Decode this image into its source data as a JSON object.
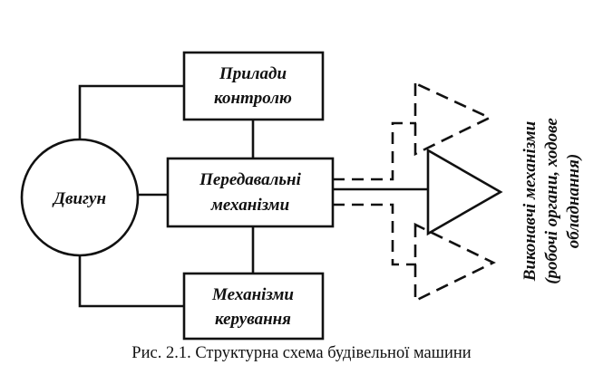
{
  "diagram": {
    "nodes": {
      "engine": {
        "label": "Двигун"
      },
      "control": {
        "lines": [
          "Прилади",
          "контролю"
        ]
      },
      "transmission": {
        "lines": [
          "Передавальні",
          "механізми"
        ]
      },
      "steering": {
        "lines": [
          "Механізми",
          "керування"
        ]
      }
    },
    "executive_label": [
      "Виконавчі механізми",
      "(робочі органи, ходове",
      "обладнання)"
    ]
  },
  "caption": "Рис. 2.1. Структурна схема будівельної машини",
  "colors": {
    "ink": "#111111",
    "background": "#ffffff"
  }
}
